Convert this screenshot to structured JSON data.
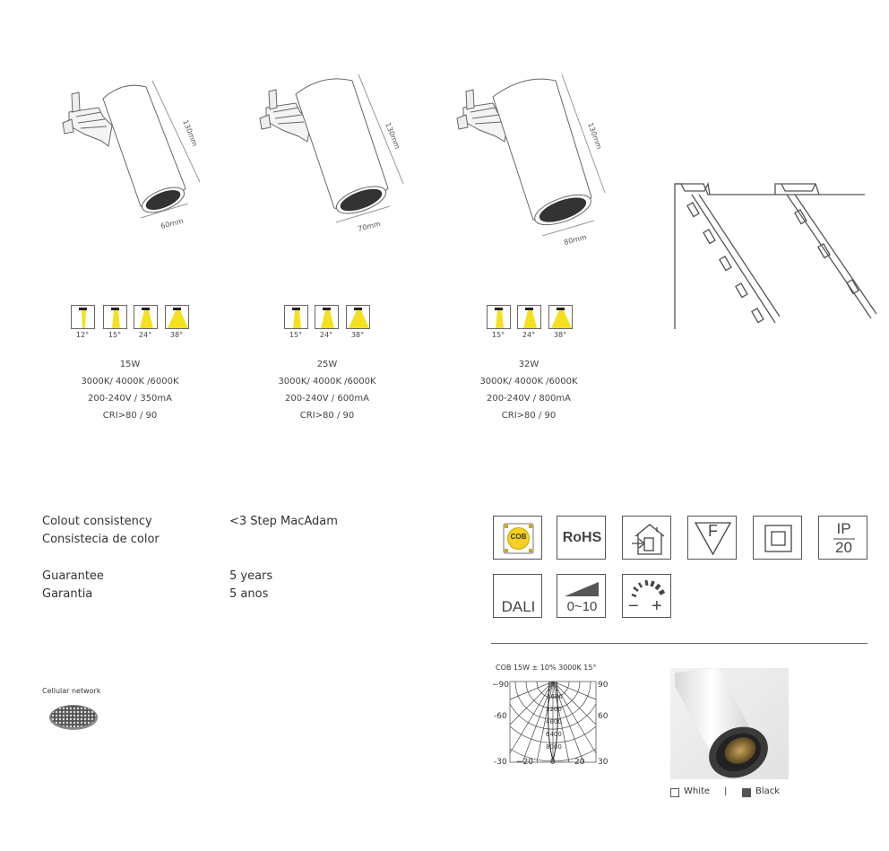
{
  "products": [
    {
      "height_dim": "130mm",
      "width_dim": "60mm",
      "beams": [
        "12°",
        "15°",
        "24°",
        "38°"
      ],
      "power": "15W",
      "cct": "3000K/  4000K  /6000K",
      "voltage": "200-240V  /  350mA",
      "cri": "CRI>80  /  90"
    },
    {
      "height_dim": "130mm",
      "width_dim": "70mm",
      "beams": [
        "15°",
        "24°",
        "38°"
      ],
      "power": "25W",
      "cct": "3000K/  4000K  /6000K",
      "voltage": "200-240V  /  600mA",
      "cri": "CRI>80  /  90"
    },
    {
      "height_dim": "130mm",
      "width_dim": "80mm",
      "beams": [
        "15°",
        "24°",
        "38°"
      ],
      "power": "32W",
      "cct": "3000K/  4000K  /6000K",
      "voltage": "200-240V  /  800mA",
      "cri": "CRI>80  /  90"
    }
  ],
  "properties": {
    "colour_label_en": "Colout consistency",
    "colour_label_es": "Consistecia de color",
    "colour_value": "<3 Step MacAdam",
    "guarantee_label_en": "Guarantee",
    "guarantee_label_es": "Garantia",
    "guarantee_value_en": "5 years",
    "guarantee_value_es": "5 anos"
  },
  "accessory": {
    "label": "Cellular network"
  },
  "certifications": {
    "cob": "COB",
    "rohs": "RoHS",
    "ip_top": "IP",
    "ip_bottom": "20",
    "f_mark": "F",
    "dali": "DALI",
    "dim_0_10": "0~10",
    "minus": "−",
    "plus": "+"
  },
  "polar": {
    "caption": "COB  15W ± 10% 3000K  15°",
    "left_labels": [
      "−90",
      "-60",
      "-30"
    ],
    "right_labels": [
      "90",
      "60",
      "30"
    ],
    "bottom_labels": [
      "−20",
      "0",
      "20"
    ],
    "radial_labels": [
      "1600",
      "3200",
      "4800",
      "6400",
      "8000"
    ]
  },
  "finish": {
    "white": "White",
    "separator": "|",
    "black": "Black"
  },
  "colors": {
    "beam_yellow": "#f5e020",
    "line_gray": "#666666",
    "text": "#333333"
  }
}
